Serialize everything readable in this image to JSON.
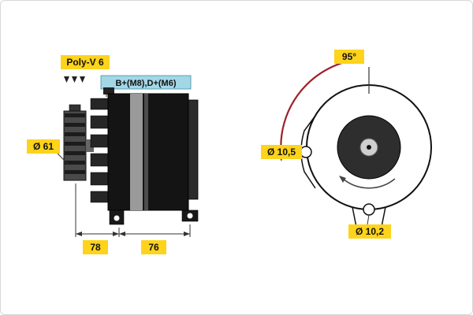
{
  "side_view": {
    "pulley_label": "Poly-V 6",
    "terminal_label": "B+(M8),D+(M6)",
    "pulley_diameter": "Ø 61",
    "dim_front": "78",
    "dim_rear": "76"
  },
  "front_view": {
    "angle": "95°",
    "hole_side": "Ø 10,5",
    "hole_bottom": "Ø 10,2"
  },
  "colors": {
    "label_yellow": "#fdd31b",
    "label_blue": "#a3d7e6",
    "arrow_red": "#9d2227",
    "line_dark": "#1a1a1a"
  }
}
